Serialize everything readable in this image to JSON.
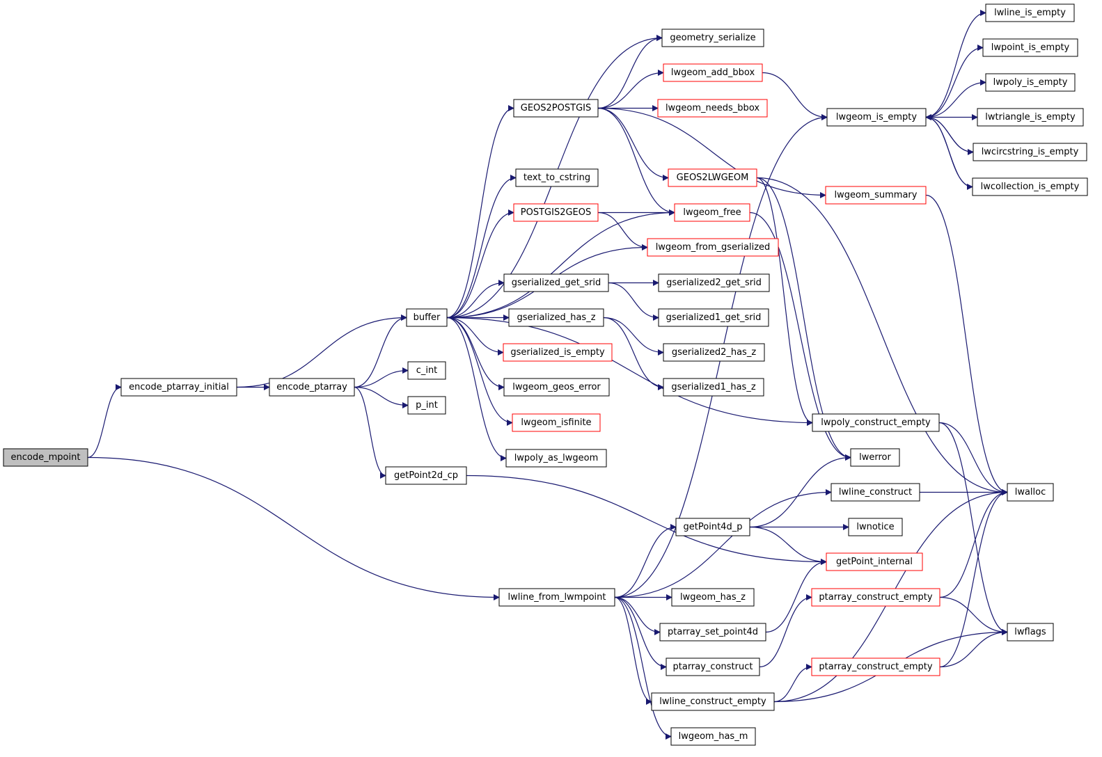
{
  "diagram": {
    "title": "",
    "colors": {
      "edge": "#191970",
      "root_fill": "#bfbfbf",
      "red_border": "#ff0000",
      "normal_border": "#000000"
    },
    "nodes": [
      {
        "id": "encode_mpoint",
        "label": "encode_mpoint",
        "style": "root"
      },
      {
        "id": "encode_ptarray_initial",
        "label": "encode_ptarray_initial",
        "style": "normal"
      },
      {
        "id": "encode_ptarray",
        "label": "encode_ptarray",
        "style": "normal"
      },
      {
        "id": "buffer",
        "label": "buffer",
        "style": "normal"
      },
      {
        "id": "c_int",
        "label": "c_int",
        "style": "normal"
      },
      {
        "id": "p_int",
        "label": "p_int",
        "style": "normal"
      },
      {
        "id": "getPoint2d_cp",
        "label": "getPoint2d_cp",
        "style": "normal"
      },
      {
        "id": "lwline_from_lwmpoint",
        "label": "lwline_from_lwmpoint",
        "style": "normal"
      },
      {
        "id": "geometry_serialize",
        "label": "geometry_serialize",
        "style": "normal"
      },
      {
        "id": "GEOS2POSTGIS",
        "label": "GEOS2POSTGIS",
        "style": "normal"
      },
      {
        "id": "text_to_cstring",
        "label": "text_to_cstring",
        "style": "normal"
      },
      {
        "id": "POSTGIS2GEOS",
        "label": "POSTGIS2GEOS",
        "style": "red"
      },
      {
        "id": "gserialized_get_srid",
        "label": "gserialized_get_srid",
        "style": "normal"
      },
      {
        "id": "gserialized_has_z",
        "label": "gserialized_has_z",
        "style": "normal"
      },
      {
        "id": "gserialized_is_empty",
        "label": "gserialized_is_empty",
        "style": "red"
      },
      {
        "id": "lwgeom_geos_error",
        "label": "lwgeom_geos_error",
        "style": "normal"
      },
      {
        "id": "lwgeom_isfinite",
        "label": "lwgeom_isfinite",
        "style": "red"
      },
      {
        "id": "lwpoly_as_lwgeom",
        "label": "lwpoly_as_lwgeom",
        "style": "normal"
      },
      {
        "id": "lwgeom_add_bbox",
        "label": "lwgeom_add_bbox",
        "style": "red"
      },
      {
        "id": "lwgeom_needs_bbox",
        "label": "lwgeom_needs_bbox",
        "style": "red"
      },
      {
        "id": "GEOS2LWGEOM",
        "label": "GEOS2LWGEOM",
        "style": "red"
      },
      {
        "id": "lwgeom_free",
        "label": "lwgeom_free",
        "style": "red"
      },
      {
        "id": "lwgeom_from_gserialized",
        "label": "lwgeom_from_gserialized",
        "style": "red"
      },
      {
        "id": "gserialized2_get_srid",
        "label": "gserialized2_get_srid",
        "style": "normal"
      },
      {
        "id": "gserialized1_get_srid",
        "label": "gserialized1_get_srid",
        "style": "normal"
      },
      {
        "id": "gserialized2_has_z",
        "label": "gserialized2_has_z",
        "style": "normal"
      },
      {
        "id": "gserialized1_has_z",
        "label": "gserialized1_has_z",
        "style": "normal"
      },
      {
        "id": "getPoint4d_p",
        "label": "getPoint4d_p",
        "style": "normal"
      },
      {
        "id": "lwgeom_has_z",
        "label": "lwgeom_has_z",
        "style": "normal"
      },
      {
        "id": "ptarray_set_point4d",
        "label": "ptarray_set_point4d",
        "style": "normal"
      },
      {
        "id": "ptarray_construct",
        "label": "ptarray_construct",
        "style": "normal"
      },
      {
        "id": "lwline_construct_empty",
        "label": "lwline_construct_empty",
        "style": "normal"
      },
      {
        "id": "lwgeom_has_m",
        "label": "lwgeom_has_m",
        "style": "normal"
      },
      {
        "id": "lwgeom_is_empty",
        "label": "lwgeom_is_empty",
        "style": "normal"
      },
      {
        "id": "lwgeom_summary",
        "label": "lwgeom_summary",
        "style": "red"
      },
      {
        "id": "lwpoly_construct_empty",
        "label": "lwpoly_construct_empty",
        "style": "normal"
      },
      {
        "id": "lwerror",
        "label": "lwerror",
        "style": "normal"
      },
      {
        "id": "lwline_construct",
        "label": "lwline_construct",
        "style": "normal"
      },
      {
        "id": "lwnotice",
        "label": "lwnotice",
        "style": "normal"
      },
      {
        "id": "getPoint_internal",
        "label": "getPoint_internal",
        "style": "red"
      },
      {
        "id": "ptarray_construct_empty_a",
        "label": "ptarray_construct_empty",
        "style": "red"
      },
      {
        "id": "ptarray_construct_empty_b",
        "label": "ptarray_construct_empty",
        "style": "red"
      },
      {
        "id": "lwline_is_empty",
        "label": "lwline_is_empty",
        "style": "normal"
      },
      {
        "id": "lwpoint_is_empty",
        "label": "lwpoint_is_empty",
        "style": "normal"
      },
      {
        "id": "lwpoly_is_empty",
        "label": "lwpoly_is_empty",
        "style": "normal"
      },
      {
        "id": "lwtriangle_is_empty",
        "label": "lwtriangle_is_empty",
        "style": "normal"
      },
      {
        "id": "lwcircstring_is_empty",
        "label": "lwcircstring_is_empty",
        "style": "normal"
      },
      {
        "id": "lwcollection_is_empty",
        "label": "lwcollection_is_empty",
        "style": "normal"
      },
      {
        "id": "lwalloc",
        "label": "lwalloc",
        "style": "normal"
      },
      {
        "id": "lwflags",
        "label": "lwflags",
        "style": "normal"
      }
    ],
    "edges": [
      [
        "encode_mpoint",
        "encode_ptarray_initial"
      ],
      [
        "encode_mpoint",
        "lwline_from_lwmpoint"
      ],
      [
        "encode_ptarray_initial",
        "buffer"
      ],
      [
        "encode_ptarray_initial",
        "encode_ptarray"
      ],
      [
        "encode_ptarray",
        "buffer"
      ],
      [
        "encode_ptarray",
        "c_int"
      ],
      [
        "encode_ptarray",
        "p_int"
      ],
      [
        "encode_ptarray",
        "getPoint2d_cp"
      ],
      [
        "getPoint2d_cp",
        "getPoint_internal"
      ],
      [
        "buffer",
        "geometry_serialize"
      ],
      [
        "buffer",
        "GEOS2POSTGIS"
      ],
      [
        "buffer",
        "text_to_cstring"
      ],
      [
        "buffer",
        "POSTGIS2GEOS"
      ],
      [
        "buffer",
        "lwgeom_free"
      ],
      [
        "buffer",
        "lwgeom_from_gserialized"
      ],
      [
        "buffer",
        "gserialized_get_srid"
      ],
      [
        "buffer",
        "gserialized_has_z"
      ],
      [
        "buffer",
        "gserialized_is_empty"
      ],
      [
        "buffer",
        "lwgeom_geos_error"
      ],
      [
        "buffer",
        "lwgeom_isfinite"
      ],
      [
        "buffer",
        "lwpoly_as_lwgeom"
      ],
      [
        "buffer",
        "lwpoly_construct_empty"
      ],
      [
        "GEOS2POSTGIS",
        "geometry_serialize"
      ],
      [
        "GEOS2POSTGIS",
        "lwgeom_add_bbox"
      ],
      [
        "GEOS2POSTGIS",
        "lwgeom_needs_bbox"
      ],
      [
        "GEOS2POSTGIS",
        "GEOS2LWGEOM"
      ],
      [
        "GEOS2POSTGIS",
        "lwgeom_free"
      ],
      [
        "GEOS2POSTGIS",
        "lwgeom_summary"
      ],
      [
        "POSTGIS2GEOS",
        "lwgeom_free"
      ],
      [
        "POSTGIS2GEOS",
        "lwgeom_from_gserialized"
      ],
      [
        "gserialized_get_srid",
        "gserialized2_get_srid"
      ],
      [
        "gserialized_get_srid",
        "gserialized1_get_srid"
      ],
      [
        "gserialized_has_z",
        "gserialized2_has_z"
      ],
      [
        "gserialized_has_z",
        "gserialized1_has_z"
      ],
      [
        "lwgeom_add_bbox",
        "lwgeom_is_empty"
      ],
      [
        "GEOS2LWGEOM",
        "lwpoly_construct_empty"
      ],
      [
        "GEOS2LWGEOM",
        "lwerror"
      ],
      [
        "GEOS2LWGEOM",
        "lwalloc"
      ],
      [
        "lwgeom_free",
        "lwerror"
      ],
      [
        "lwgeom_is_empty",
        "lwline_is_empty"
      ],
      [
        "lwgeom_is_empty",
        "lwpoint_is_empty"
      ],
      [
        "lwgeom_is_empty",
        "lwpoly_is_empty"
      ],
      [
        "lwgeom_is_empty",
        "lwtriangle_is_empty"
      ],
      [
        "lwgeom_is_empty",
        "lwcircstring_is_empty"
      ],
      [
        "lwgeom_is_empty",
        "lwcollection_is_empty"
      ],
      [
        "lwcircstring_is_empty",
        "lwgeom_is_empty"
      ],
      [
        "lwcollection_is_empty",
        "lwgeom_is_empty"
      ],
      [
        "lwgeom_summary",
        "lwalloc"
      ],
      [
        "lwpoly_construct_empty",
        "lwalloc"
      ],
      [
        "lwpoly_construct_empty",
        "lwflags"
      ],
      [
        "lwline_from_lwmpoint",
        "lwgeom_is_empty"
      ],
      [
        "lwline_from_lwmpoint",
        "lwline_construct"
      ],
      [
        "lwline_from_lwmpoint",
        "getPoint4d_p"
      ],
      [
        "lwline_from_lwmpoint",
        "lwgeom_has_z"
      ],
      [
        "lwline_from_lwmpoint",
        "ptarray_set_point4d"
      ],
      [
        "lwline_from_lwmpoint",
        "ptarray_construct"
      ],
      [
        "lwline_from_lwmpoint",
        "lwline_construct_empty"
      ],
      [
        "lwline_from_lwmpoint",
        "lwgeom_has_m"
      ],
      [
        "lwline_construct",
        "lwalloc"
      ],
      [
        "getPoint4d_p",
        "lwerror"
      ],
      [
        "getPoint4d_p",
        "lwnotice"
      ],
      [
        "getPoint4d_p",
        "getPoint_internal"
      ],
      [
        "ptarray_set_point4d",
        "getPoint_internal"
      ],
      [
        "ptarray_construct",
        "ptarray_construct_empty_a"
      ],
      [
        "lwline_construct_empty",
        "lwalloc"
      ],
      [
        "lwline_construct_empty",
        "ptarray_construct_empty_b"
      ],
      [
        "lwline_construct_empty",
        "lwflags"
      ],
      [
        "ptarray_construct_empty_a",
        "lwalloc"
      ],
      [
        "ptarray_construct_empty_a",
        "lwflags"
      ],
      [
        "ptarray_construct_empty_b",
        "lwalloc"
      ],
      [
        "ptarray_construct_empty_b",
        "lwflags"
      ]
    ]
  }
}
